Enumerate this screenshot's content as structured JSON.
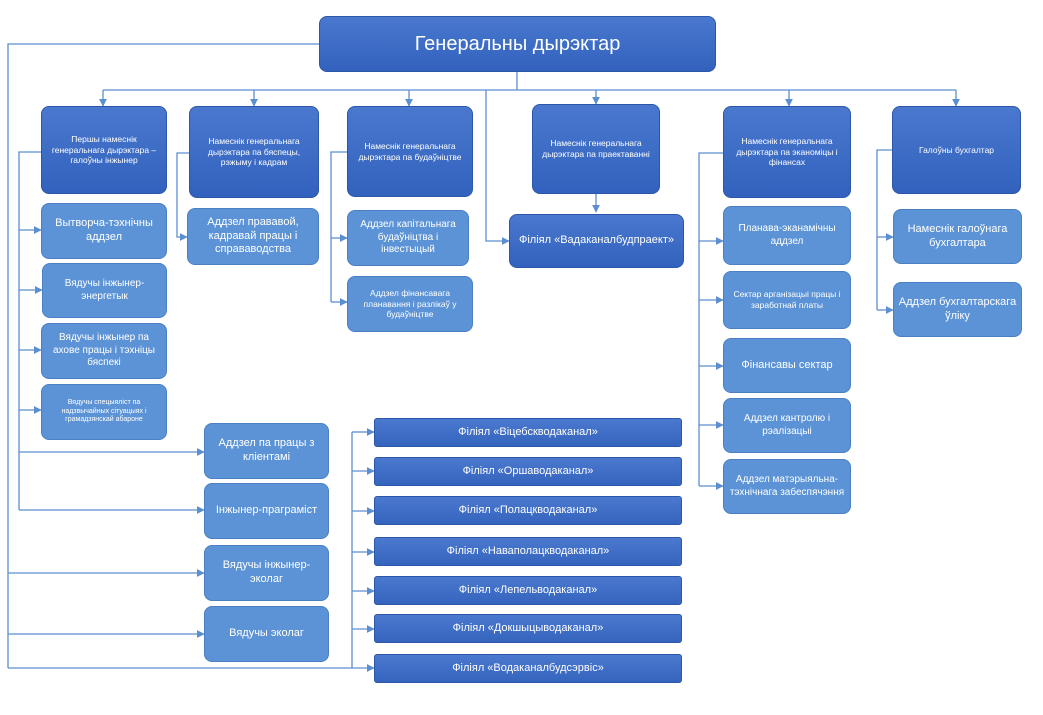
{
  "top": {
    "label": "Генеральны дырэктар"
  },
  "deputies": [
    {
      "label": "Першы намеснік генеральнага дырэктара – галоўны інжынер"
    },
    {
      "label": "Намеснік генеральнага дырэктара па бяспецы, рэжыму і кадрам"
    },
    {
      "label": "Намеснік генеральнага дырэктара па будаўніцтве"
    },
    {
      "label": "Намеснік генеральнага дырэктара па праектаванні"
    },
    {
      "label": "Намеснік генеральнага дырэктара па эканоміцы і фінансах"
    },
    {
      "label": "Галоўны бухгалтар"
    }
  ],
  "first_deputy_units": [
    {
      "label": "Вытворча-тэхнічны аддзел"
    },
    {
      "label": "Вядучы інжынер-энергетык"
    },
    {
      "label": "Вядучы інжынер па ахове працы і тэхніцы бяспекі"
    },
    {
      "label": "Вядучы спецыяліст па надзвычайных сітуацыях і грамадзянскай абароне"
    }
  ],
  "security_units": [
    {
      "label": "Аддзел прававой, кадравай працы і справаводства"
    }
  ],
  "construction_units": [
    {
      "label": "Аддзел капітальнага будаўніцтва і інвестыцый"
    },
    {
      "label": "Аддзел фінансавага планавання і разлікаў у будаўніцтве"
    }
  ],
  "design_units": [
    {
      "label": "Філіял «Вадаканалбудпраект»"
    }
  ],
  "economics_units": [
    {
      "label": "Планава-эканамічны аддзел"
    },
    {
      "label": "Сектар арганізацыі працы і заработнай платы"
    },
    {
      "label": "Фінансавы сектар"
    },
    {
      "label": "Аддзел кантролю і рэалізацыі"
    },
    {
      "label": "Аддзел матэрыяльна-тэхнічнага забеспячэння"
    }
  ],
  "accounting_units": [
    {
      "label": "Намеснік галоўнага бухгалтара"
    },
    {
      "label": "Аддзел бухгалтарскага ўліку"
    }
  ],
  "direct_units": [
    {
      "label": "Аддзел па працы з кліентамі"
    },
    {
      "label": "Інжынер-праграміст"
    },
    {
      "label": "Вядучы інжынер-эколаг"
    },
    {
      "label": "Вядучы эколаг"
    }
  ],
  "branches": [
    {
      "label": "Філіял «Віцебскводаканал»"
    },
    {
      "label": "Філіял «Оршаводаканал»"
    },
    {
      "label": "Філіял «Полацкводаканал»"
    },
    {
      "label": "Філіял «Наваполацкводаканал»"
    },
    {
      "label": "Філіял «Лепельводаканал»"
    },
    {
      "label": "Філіял «Докшыцыводаканал»"
    },
    {
      "label": "Філіял «Водаканалбудсэрвіс»"
    }
  ],
  "colors": {
    "box_dark": "#3a68c4",
    "box_light": "#5b93d6",
    "connector": "#5b8fd0"
  }
}
